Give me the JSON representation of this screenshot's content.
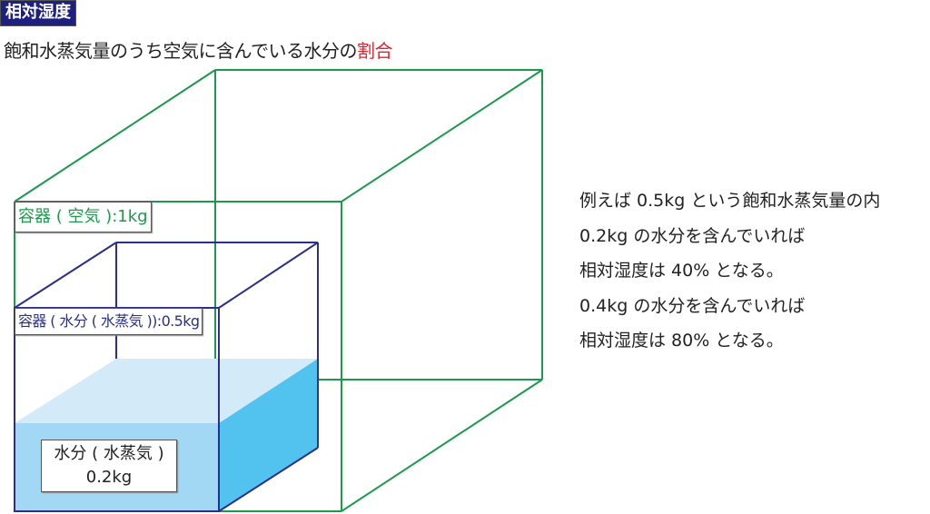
{
  "title": "相対湿度",
  "subtitle": {
    "text": "飽和水蒸気量のうち空気に含んでいる水分の",
    "highlight": "割合"
  },
  "diagram": {
    "air_container_label": "容器 ( 空気 ):1kg",
    "vapor_container_label": "容器 ( 水分 ( 水蒸気 )):0.5kg",
    "water_label_line1": "水分 ( 水蒸気 )",
    "water_label_line2": "0.2kg",
    "colors": {
      "air": "#1a9a4a",
      "vapor": "#2a2f8f",
      "water_front": "#a3d8f5",
      "water_top": "#d3ebf9",
      "water_side": "#52c2ef",
      "highlight": "#e6202a",
      "title_bg": "#1e2080"
    },
    "water_fill_fraction": 0.4
  },
  "examples": [
    "例えば 0.5kg という飽和水蒸気量の内",
    "0.2kg の水分を含んでいれば",
    "相対湿度は 40% となる。",
    "0.4kg の水分を含んでいれば",
    "相対湿度は 80% となる。"
  ]
}
